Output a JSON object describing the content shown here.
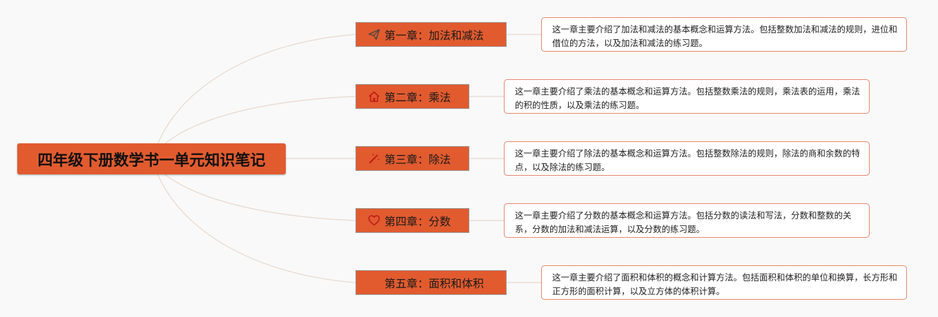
{
  "root": {
    "title": "四年级下册数学书一单元知识笔记"
  },
  "chapters": [
    {
      "title": "第一章：加法和减法",
      "icon": "paper-plane-icon",
      "note": "这一章主要介绍了加法和减法的基本概念和运算方法。包括整数加法和减法的规则，进位和借位的方法，以及加法和减法的练习题。"
    },
    {
      "title": "第二章：乘法",
      "icon": "house-icon",
      "note": "这一章主要介绍了乘法的基本概念和运算方法。包括整数乘法的规则，乘法表的运用，乘法的积的性质，以及乘法的练习题。"
    },
    {
      "title": "第三章：除法",
      "icon": "magic-wand-icon",
      "note": "这一章主要介绍了除法的基本概念和运算方法。包括整数除法的规则，除法的商和余数的特点，以及除法的练习题。"
    },
    {
      "title": "第四章：分数",
      "icon": "heart-icon",
      "note": "这一章主要介绍了分数的基本概念和运算方法。包括分数的读法和写法，分数和整数的关系，分数的加法和减法运算，以及分数的练习题。"
    },
    {
      "title": "第五章：面积和体积",
      "icon": "",
      "note": "这一章主要介绍了面积和体积的概念和计算方法。包括面积和体积的单位和换算，长方形和正方形的面积计算，以及立方体的体积计算。"
    }
  ],
  "colors": {
    "node": "#e15b2f",
    "connector": "#e8d8cc",
    "note_border": "#e6866a",
    "background": "#f9f9f9"
  }
}
